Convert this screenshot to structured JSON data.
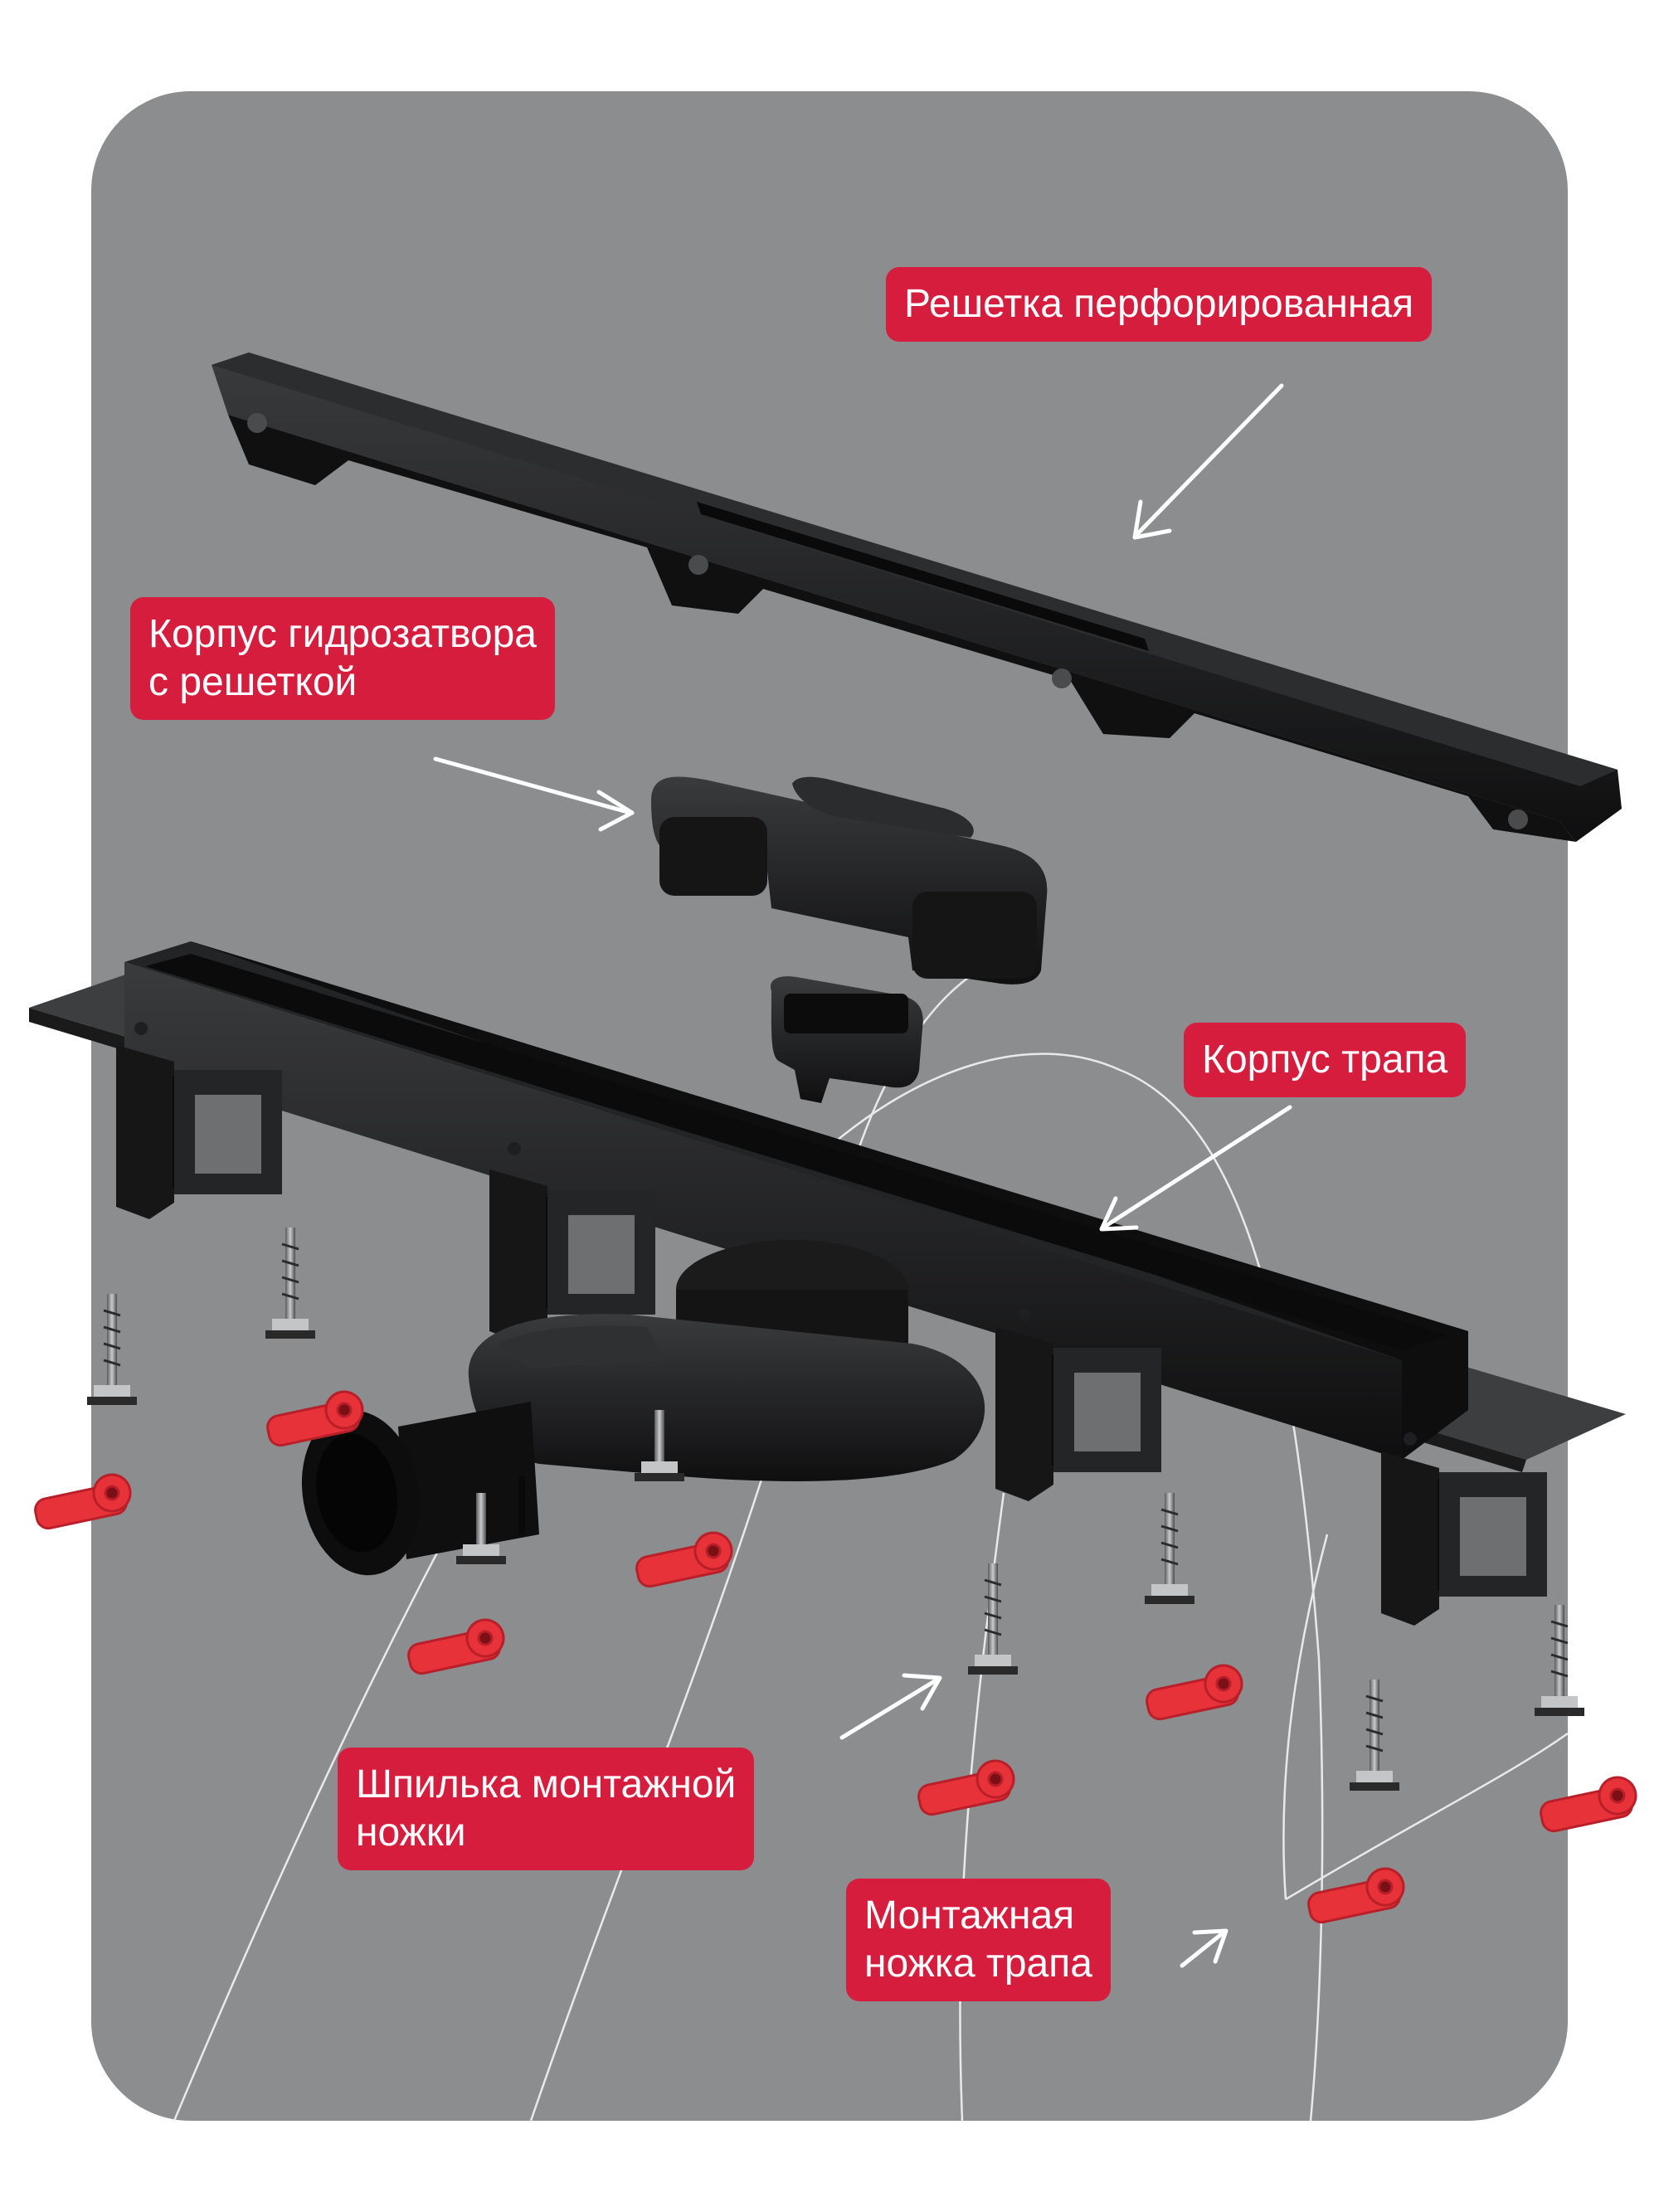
{
  "colors": {
    "panel": "#8b8d8f",
    "label_bg": "#d71d3e",
    "label_text": "#ffffff",
    "part_black": "#1a1a1b",
    "foot_red": "#e8323a"
  },
  "labels": {
    "grate": "Решетка перфорированная",
    "trap_body_line1": "Корпус гидрозатвора",
    "trap_body_line2": "с решеткой",
    "drain_body": "Корпус трапа",
    "stud_line1": "Шпилька монтажной",
    "stud_line2": "ножки",
    "foot_line1": "Монтажная",
    "foot_line2": "ножка трапа"
  },
  "icons": [
    "arrow-icon",
    "screw-icon",
    "foot-icon"
  ]
}
